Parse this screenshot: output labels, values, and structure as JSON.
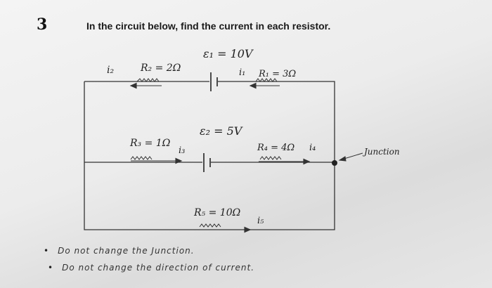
{
  "problem": {
    "number": "3",
    "question": "In the circuit below, find the current in each resistor."
  },
  "circuit": {
    "emf1_label": "ε₁ = 10V",
    "emf2_label": "ε₂ = 5V",
    "r1_label": "R₁ = 3Ω",
    "r2_label": "R₂ = 2Ω",
    "r3_label": "R₃ = 1Ω",
    "r4_label": "R₄ = 4Ω",
    "r5_label": "R₅ = 10Ω",
    "i1_label": "i₁",
    "i2_label": "i₂",
    "i3_label": "i₃",
    "i4_label": "i₄",
    "i5_label": "i₅",
    "junction_label": "Junction"
  },
  "notes": [
    "Do not change the Junction.",
    "Do not change the direction of current."
  ]
}
